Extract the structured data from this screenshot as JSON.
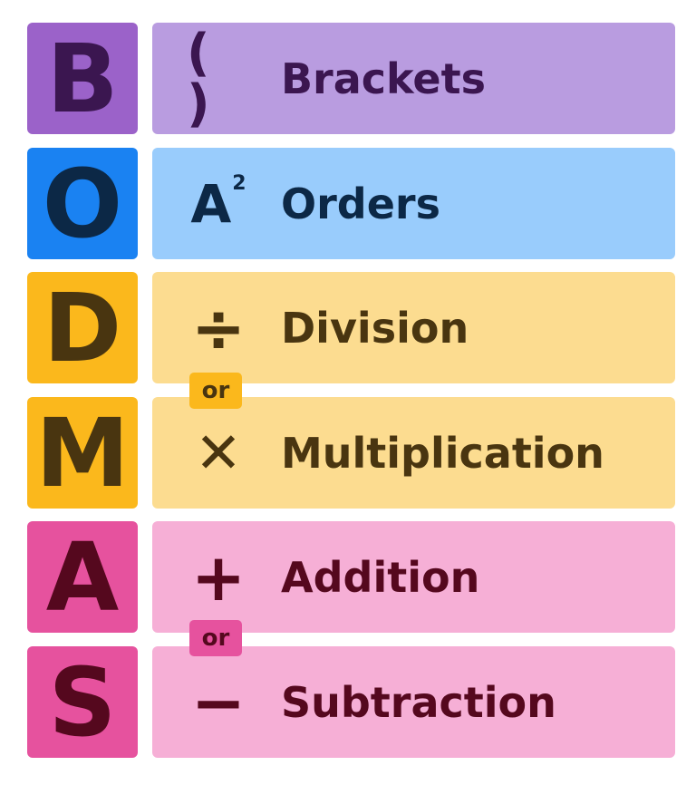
{
  "rows": [
    {
      "letter": "B",
      "symbol": "( )",
      "label": "Brackets",
      "colors": {
        "box": "#9b62c9",
        "band": "#b99ce0",
        "text": "#3b1650"
      }
    },
    {
      "letter": "O",
      "symbol_base": "A",
      "symbol_sup": "2",
      "label": "Orders",
      "colors": {
        "box": "#1a82f2",
        "band": "#99ccfc",
        "text": "#0c2846"
      }
    },
    {
      "letter": "D",
      "symbol": "÷",
      "label": "Division",
      "colors": {
        "box": "#fbb81c",
        "band": "#fcdc90",
        "text": "#493510"
      }
    },
    {
      "letter": "M",
      "symbol": "✕",
      "label": "Multiplication",
      "colors": {
        "box": "#fbb81c",
        "band": "#fcdc90",
        "text": "#493510"
      }
    },
    {
      "letter": "A",
      "symbol": "+",
      "label": "Addition",
      "colors": {
        "box": "#e6529e",
        "band": "#f6afd6",
        "text": "#55081e"
      }
    },
    {
      "letter": "S",
      "symbol": "−",
      "label": "Subtraction",
      "colors": {
        "box": "#e6529e",
        "band": "#f6afd6",
        "text": "#55081e"
      }
    }
  ],
  "connectors": [
    {
      "text": "or",
      "colors": {
        "bg": "#fbb81c",
        "text": "#493510"
      }
    },
    {
      "text": "or",
      "colors": {
        "bg": "#e6529e",
        "text": "#55081e"
      }
    }
  ]
}
